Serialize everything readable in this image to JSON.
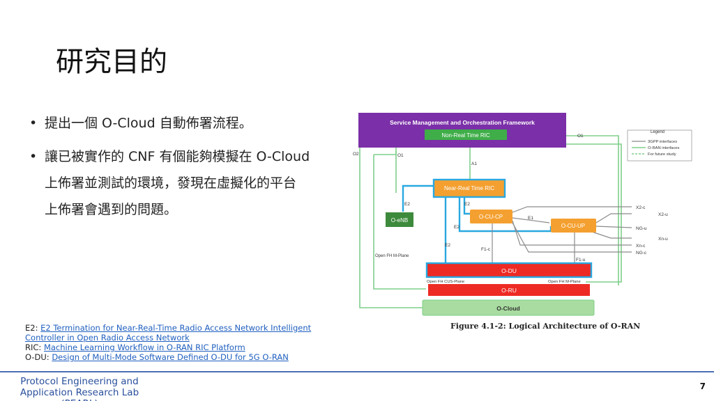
{
  "slide": {
    "title": "研究目的",
    "bullets": [
      {
        "lines": [
          "提出一個 O-Cloud 自動佈署流程。"
        ]
      },
      {
        "lines": [
          "讓已被實作的 CNF 有個能夠模擬在 O-Cloud",
          "上佈署並測試的環境，發現在虛擬化的平台",
          "上佈署會遇到的問題。"
        ]
      }
    ],
    "bullet_symbol": "•"
  },
  "references": [
    {
      "prefix": "E2: ",
      "link": "E2 Termination for Near-Real-Time Radio Access Network Intelligent Controller in Open Radio Access Network"
    },
    {
      "prefix": "RIC: ",
      "link": "Machine Learning Workflow in O-RAN RIC Platform"
    },
    {
      "prefix": "O-DU: ",
      "link": "Design of Multi-Mode Software Defined O-DU for 5G O-RAN"
    }
  ],
  "footer": {
    "lab_line1": "Protocol Engineering and",
    "lab_line2": "Application Research Lab (PEARL)",
    "page_number": "7"
  },
  "figure": {
    "caption": "Figure 4.1-2: Logical Architecture of O-RAN",
    "smo": "Service Management and Orchestration Framework",
    "non_rt_ric": "Non-Real Time RIC",
    "near_rt_ric": "Near-Real Time RIC",
    "oenb": "O-eNB",
    "ocu_cp": "O-CU-CP",
    "ocu_up": "O-CU-UP",
    "odu": "O-DU",
    "oru": "O-RU",
    "ocloud": "O-Cloud",
    "labels": {
      "o1_top": "O1",
      "o1_left": "O1",
      "o2": "O2",
      "a1": "A1",
      "e2_oenb": "E2",
      "e2_cucp": "E2",
      "e2_cuup": "E2",
      "e2_odu": "E2",
      "e1": "E1",
      "f1c": "F1-c",
      "f1u": "F1-u",
      "open_fh_mplane_left": "Open FH M-Plane",
      "open_fh_cus": "Open FH CUS-Plane",
      "open_fh_mplane_right": "Open FH M-Plane",
      "x2c": "X2-c",
      "x2u": "X2-u",
      "ngu": "NG-u",
      "xnu": "Xn-u",
      "xnc": "Xn-c",
      "ngc": "NG-c"
    },
    "legend": {
      "title": "Legend",
      "items": [
        "3GPP interfaces",
        "O-RAN interfaces",
        "For future study"
      ]
    },
    "colors": {
      "smo": "#7b2fa8",
      "non_rt": "#3fae49",
      "near_rt": "#f4a030",
      "highlight": "#29a8e0",
      "oenb": "#3d8a3d",
      "ocu": "#f4a030",
      "odu": "#ee2a24",
      "ocloud": "#a8dca0",
      "oran_line": "#7fcf8a",
      "gpp_line": "#8a8a8a"
    }
  }
}
